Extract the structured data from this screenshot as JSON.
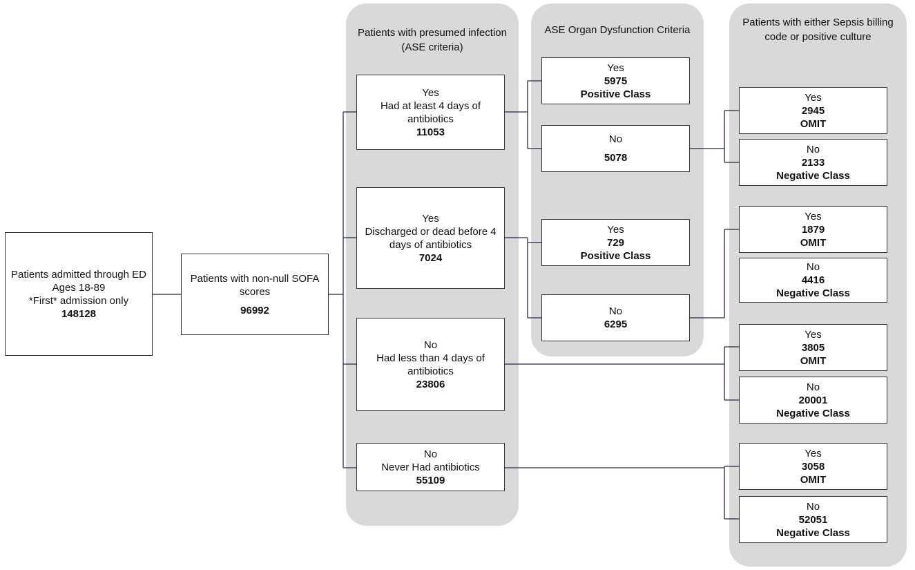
{
  "panels": {
    "presumed": "Patients with presumed infection (ASE criteria)",
    "organ": "ASE Organ Dysfunction Criteria",
    "sepsis": "Patients with either Sepsis billing code or positive culture"
  },
  "root": {
    "l1": "Patients admitted through ED",
    "l2": "Ages 18-89",
    "l3": "*First* admission only",
    "n": "148128"
  },
  "sofa": {
    "l1": "Patients with non-null SOFA scores",
    "n": "96992"
  },
  "ase": [
    {
      "answer": "Yes",
      "desc": "Had at least 4 days of antibiotics",
      "n": "11053"
    },
    {
      "answer": "Yes",
      "desc": "Discharged or dead before 4 days of antibiotics",
      "n": "7024"
    },
    {
      "answer": "No",
      "desc": "Had less than 4 days of antibiotics",
      "n": "23806"
    },
    {
      "answer": "No",
      "desc": "Never Had antibiotics",
      "n": "55109"
    }
  ],
  "organ": [
    {
      "answer": "Yes",
      "n": "5975",
      "cls": "Positive Class"
    },
    {
      "answer": "No",
      "n": "5078"
    },
    {
      "answer": "Yes",
      "n": "729",
      "cls": "Positive Class"
    },
    {
      "answer": "No",
      "n": "6295"
    }
  ],
  "sepsis": [
    {
      "answer": "Yes",
      "n": "2945",
      "cls": "OMIT"
    },
    {
      "answer": "No",
      "n": "2133",
      "cls": "Negative Class"
    },
    {
      "answer": "Yes",
      "n": "1879",
      "cls": "OMIT"
    },
    {
      "answer": "No",
      "n": "4416",
      "cls": "Negative Class"
    },
    {
      "answer": "Yes",
      "n": "3805",
      "cls": "OMIT"
    },
    {
      "answer": "No",
      "n": "20001",
      "cls": "Negative Class"
    },
    {
      "answer": "Yes",
      "n": "3058",
      "cls": "OMIT"
    },
    {
      "answer": "No",
      "n": "52051",
      "cls": "Negative Class"
    }
  ]
}
